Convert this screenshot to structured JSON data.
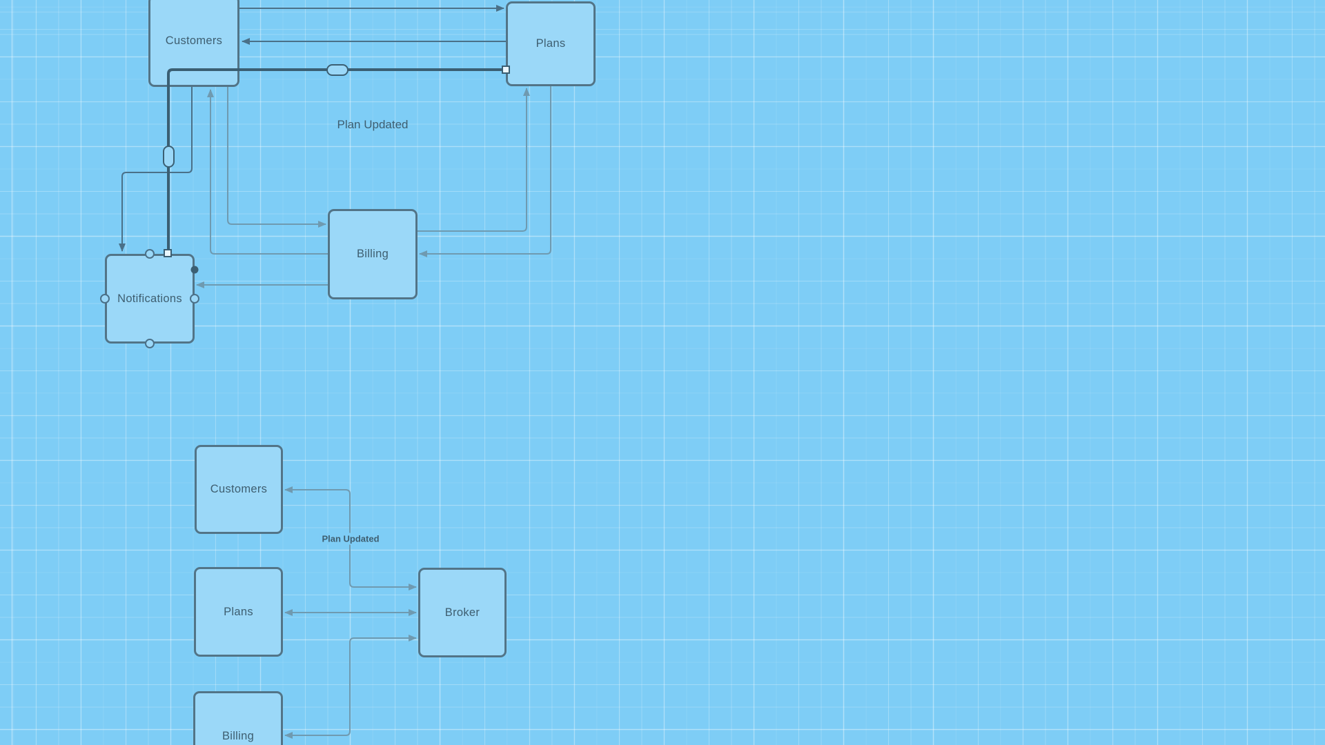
{
  "colors": {
    "canvas_bg": "#7ecdf6",
    "node_fill": "#9bd8f8",
    "node_border": "#527487",
    "node_text": "#3e5e70",
    "edge_dark": "#4a7088",
    "edge_light": "#6f9ab0",
    "edge_selected": "#3b5f73",
    "handle_fill": "#eaf7fe"
  },
  "diagram_top": {
    "nodes": {
      "customers": "Customers",
      "plans": "Plans",
      "billing": "Billing",
      "notifications": "Notifications"
    },
    "edge_label": "Plan Updated"
  },
  "diagram_bottom": {
    "nodes": {
      "customers": "Customers",
      "plans": "Plans",
      "broker": "Broker",
      "billing": "Billing"
    },
    "edge_label": "Plan Updated"
  }
}
